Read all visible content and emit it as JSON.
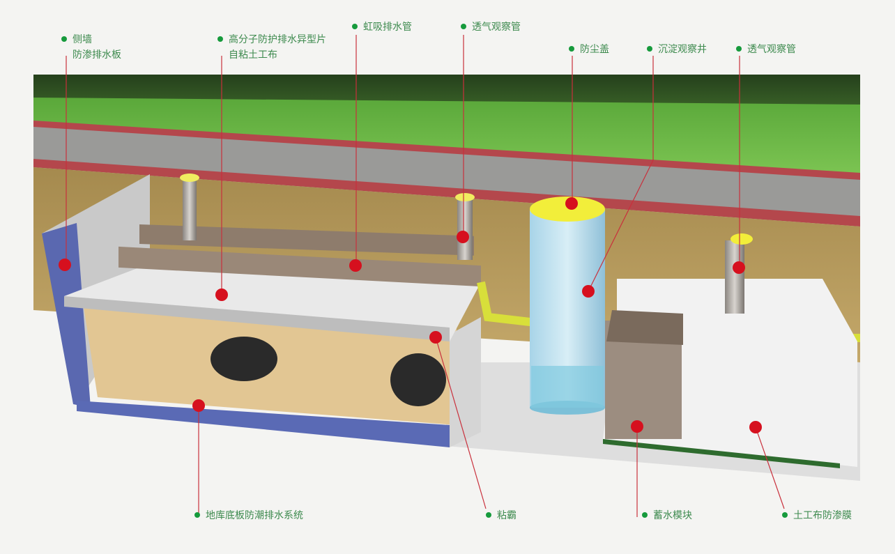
{
  "colors": {
    "label_text": "#3d8a4e",
    "label_dot": "#169a3c",
    "marker": "#d6101e",
    "leader_line": "#c9303c"
  },
  "labels": {
    "side_wall": {
      "line1": "侧墙",
      "line2": "防渗排水板"
    },
    "polymer_sheet": {
      "line1": "高分子防护排水异型片",
      "line2": "自粘土工布"
    },
    "siphon_pipe": "虹吸排水管",
    "vent_pipe_1": "透气观察管",
    "dust_cover": "防尘盖",
    "settling_well": "沉淀观察井",
    "vent_pipe_2": "透气观察管",
    "basement_floor": "地库底板防潮排水系统",
    "adhesive": "粘霸",
    "storage_module": "蓄水模块",
    "geomembrane": "土工布防渗膜"
  }
}
